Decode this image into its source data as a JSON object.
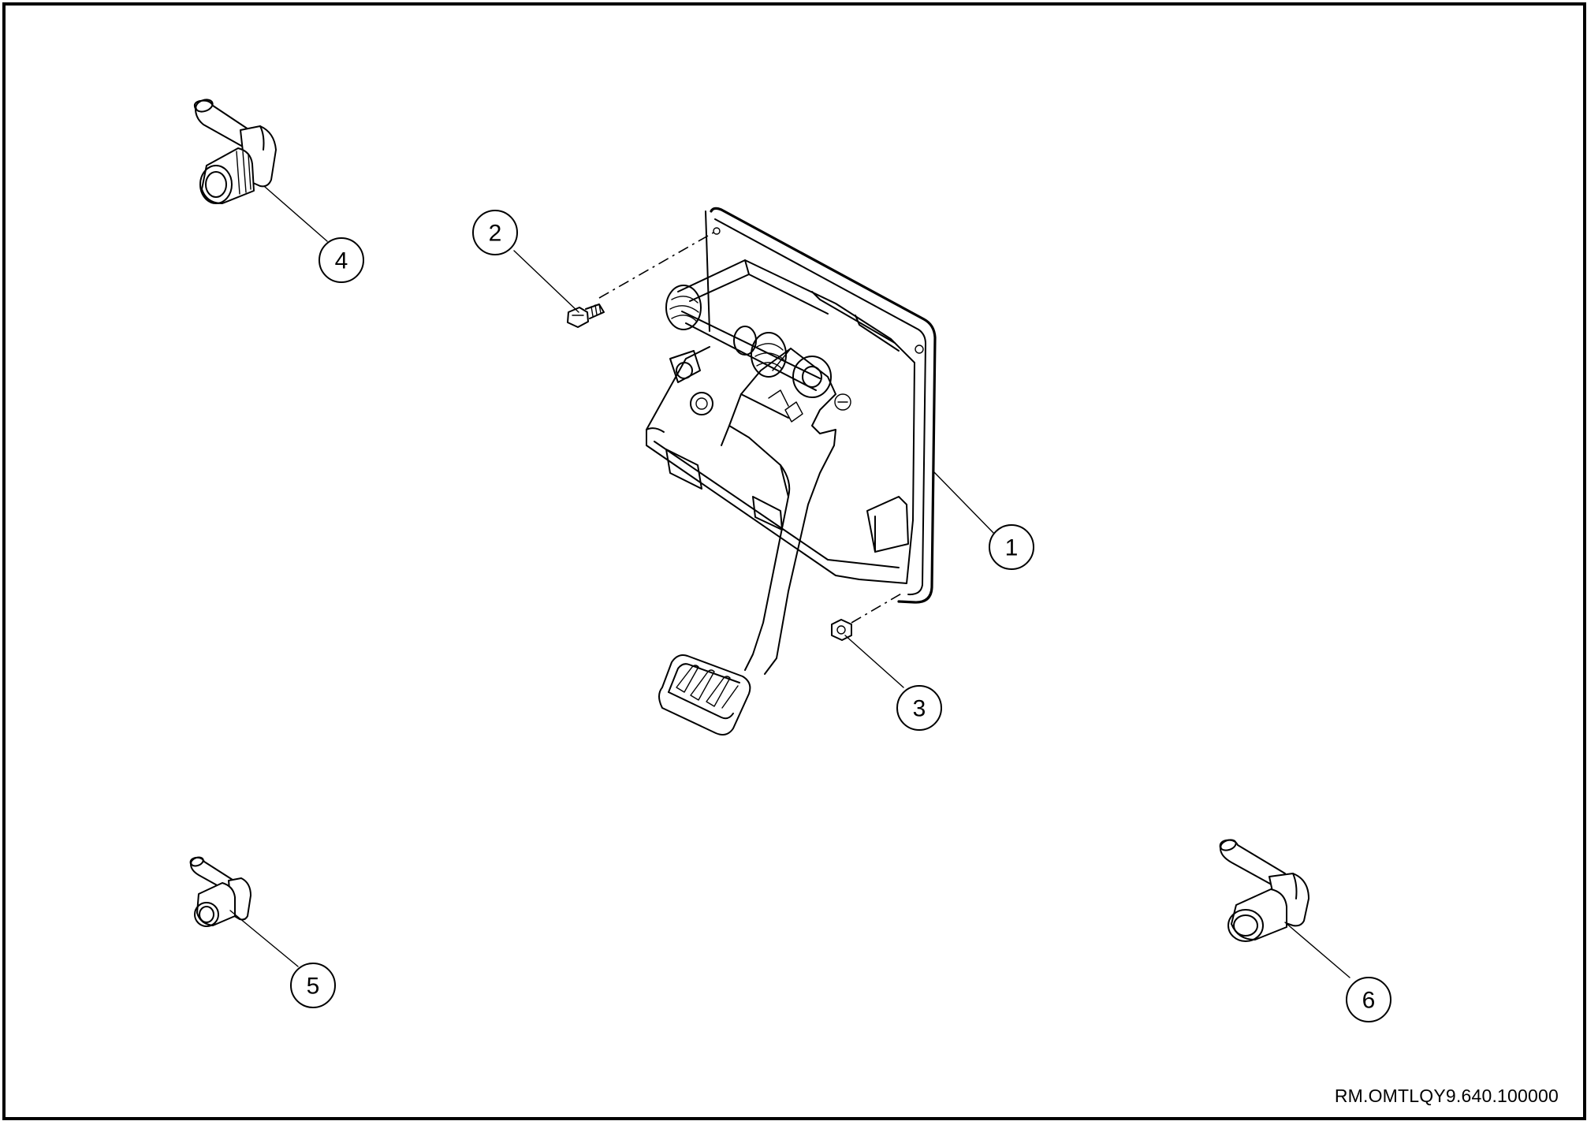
{
  "drawing": {
    "reference_code": "RM.OMTLQY9.640.100000"
  },
  "callouts": [
    {
      "id": "1",
      "label": "1",
      "part": "pedal-assembly"
    },
    {
      "id": "2",
      "label": "2",
      "part": "bolt"
    },
    {
      "id": "3",
      "label": "3",
      "part": "nut"
    },
    {
      "id": "4",
      "label": "4",
      "part": "switch-large"
    },
    {
      "id": "5",
      "label": "5",
      "part": "switch-small"
    },
    {
      "id": "6",
      "label": "6",
      "part": "switch-medium"
    }
  ]
}
